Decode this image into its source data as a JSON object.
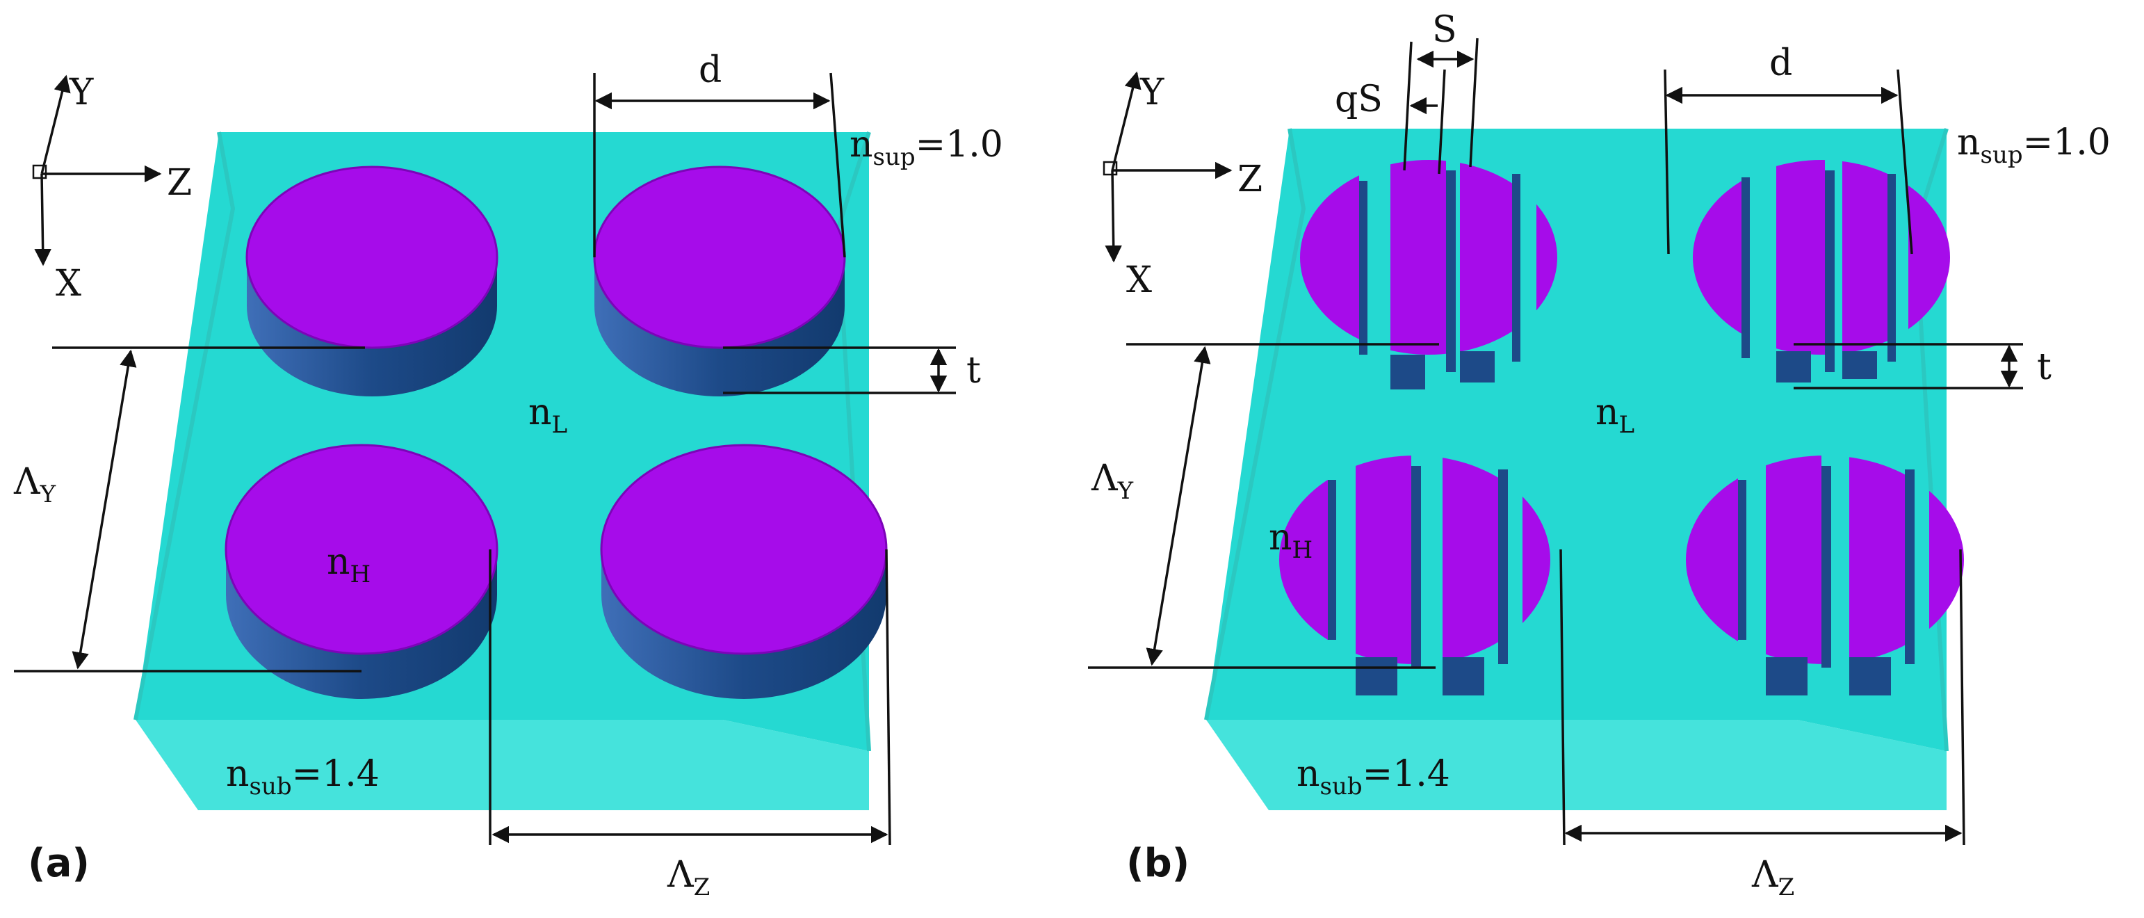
{
  "panels": [
    {
      "panel_label": "(a)",
      "axes": {
        "y": "Y",
        "z": "Z",
        "x": "X"
      },
      "dimension_d": "d",
      "n_sup": {
        "base": "n",
        "sub": "sup",
        "value": "=1.0"
      },
      "thickness": "t",
      "n_L": {
        "base": "n",
        "sub": "L"
      },
      "n_H": {
        "base": "n",
        "sub": "H"
      },
      "Lambda_Y": {
        "base": "Λ",
        "sub": "Y"
      },
      "n_sub": {
        "base": "n",
        "sub": "sub",
        "value": "=1.4"
      },
      "Lambda_Z": {
        "base": "Λ",
        "sub": "Z"
      }
    },
    {
      "panel_label": "(b)",
      "axes": {
        "y": "Y",
        "z": "Z",
        "x": "X"
      },
      "dimension_d": "d",
      "period_S": "S",
      "gap_qS": "qS",
      "n_sup": {
        "base": "n",
        "sub": "sup",
        "value": "=1.0"
      },
      "thickness": "t",
      "n_L": {
        "base": "n",
        "sub": "L"
      },
      "n_H": {
        "base": "n",
        "sub": "H"
      },
      "Lambda_Y": {
        "base": "Λ",
        "sub": "Y"
      },
      "n_sub": {
        "base": "n",
        "sub": "sub",
        "value": "=1.4"
      },
      "Lambda_Z": {
        "base": "Λ",
        "sub": "Z"
      }
    }
  ],
  "colors": {
    "slab_top": "#25d9d2",
    "slab_side": "#45e3dc",
    "disk_top": "#a60cea",
    "disk_wall": "#1f4f8c",
    "line": "#111111"
  }
}
